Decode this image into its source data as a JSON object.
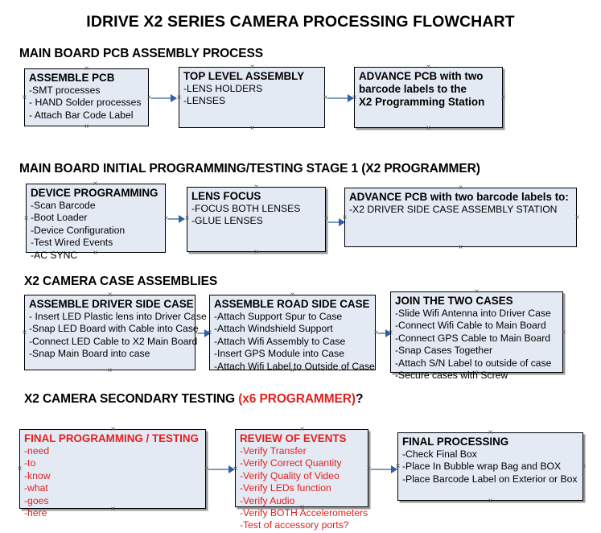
{
  "document": {
    "title": "IDRIVE X2  SERIES CAMERA PROCESSING FLOWCHART"
  },
  "colors": {
    "box_fill": "#e4eaf4",
    "box_border": "#000000",
    "connector": "#7e9cbd",
    "arrowhead": "#2f5fa8",
    "accent_red": "#e02020",
    "text": "#000000",
    "background": "#ffffff"
  },
  "sections": [
    {
      "id": "main-board-pcb-assembly",
      "heading": "MAIN BOARD PCB ASSEMBLY PROCESS",
      "heading_suffix": "",
      "boxes": [
        {
          "id": "assemble-pcb",
          "title": "ASSEMBLE PCB",
          "lines": [
            "-SMT processes",
            "- HAND Solder processes",
            "- Attach Bar Code Label"
          ]
        },
        {
          "id": "top-level-assembly",
          "title": "TOP LEVEL ASSEMBLY",
          "lines": [
            "-LENS HOLDERS",
            "-LENSES"
          ]
        },
        {
          "id": "advance-pcb-to-programming-station",
          "title": "ADVANCE PCB with two",
          "lines": [
            "barcode labels to the",
            " X2 Programming Station"
          ]
        }
      ]
    },
    {
      "id": "main-board-initial-programming",
      "heading": "MAIN BOARD INITIAL PROGRAMMING/TESTING STAGE 1 (X2 PROGRAMMER)",
      "heading_suffix": "",
      "boxes": [
        {
          "id": "device-programming",
          "title": "DEVICE PROGRAMMING",
          "lines": [
            "-Scan Barcode",
            "-Boot Loader",
            "-Device Configuration",
            "-Test Wired Events",
            "-AC SYNC"
          ]
        },
        {
          "id": "lens-focus",
          "title": "LENS FOCUS",
          "lines": [
            "-FOCUS BOTH LENSES",
            "-GLUE LENSES"
          ]
        },
        {
          "id": "advance-pcb-to-driver-side-case",
          "title": "ADVANCE PCB with two barcode labels to:",
          "lines": [
            "-X2 DRIVER  SIDE  CASE  ASSEMBLY STATION"
          ]
        }
      ]
    },
    {
      "id": "x2-camera-case-assemblies",
      "heading": "X2 CAMERA CASE ASSEMBLIES",
      "heading_suffix": "",
      "boxes": [
        {
          "id": "assemble-driver-side-case",
          "title": "ASSEMBLE DRIVER SIDE CASE",
          "lines": [
            "- Insert LED Plastic lens into Driver Case",
            "-Snap LED Board with Cable into Case",
            "-Connect LED Cable to X2 Main Board",
            "-Snap Main Board into case"
          ]
        },
        {
          "id": "assemble-road-side-case",
          "title": "ASSEMBLE ROAD SIDE CASE",
          "lines": [
            "-Attach Support Spur to Case",
            "-Attach Windshield Support",
            "-Attach Wifi Assembly to Case",
            "-Insert GPS Module into Case",
            "-Attach Wifi Label to Outside of Case"
          ]
        },
        {
          "id": "join-the-two-cases",
          "title": "JOIN THE TWO CASES",
          "lines": [
            "-Slide Wifi Antenna into Driver Case",
            "-Connect Wifi Cable to Main Board",
            "-Connect GPS Cable to Main Board",
            "-Snap Cases Together",
            "-Attach S/N Label to outside of case",
            "-Secure cases with Screw"
          ]
        }
      ]
    },
    {
      "id": "x2-camera-secondary-testing",
      "heading": "X2 CAMERA SECONDARY TESTING  ",
      "heading_red": "(x6 PROGRAMMER)",
      "heading_suffix": "?",
      "boxes": [
        {
          "id": "final-programming-testing",
          "title": "FINAL PROGRAMMING / TESTING",
          "lines": [
            "-need",
            "-to",
            "-know",
            "-what",
            "-goes",
            "-here"
          ]
        },
        {
          "id": "review-of-events",
          "title": "REVIEW OF EVENTS",
          "lines": [
            "-Verify Transfer",
            "-Verify Correct Quantity",
            "-Verify Quality of Video",
            "-Verify LEDs function",
            "-Verify Audio",
            "-Verify BOTH Accelerometers",
            "-Test of accessory ports?"
          ]
        },
        {
          "id": "final-processing",
          "title": "FINAL PROCESSING",
          "lines": [
            " -Check Final Box",
            "-Place In Bubble wrap Bag and BOX",
            "-Place Barcode Label on Exterior or Box"
          ]
        }
      ]
    }
  ]
}
